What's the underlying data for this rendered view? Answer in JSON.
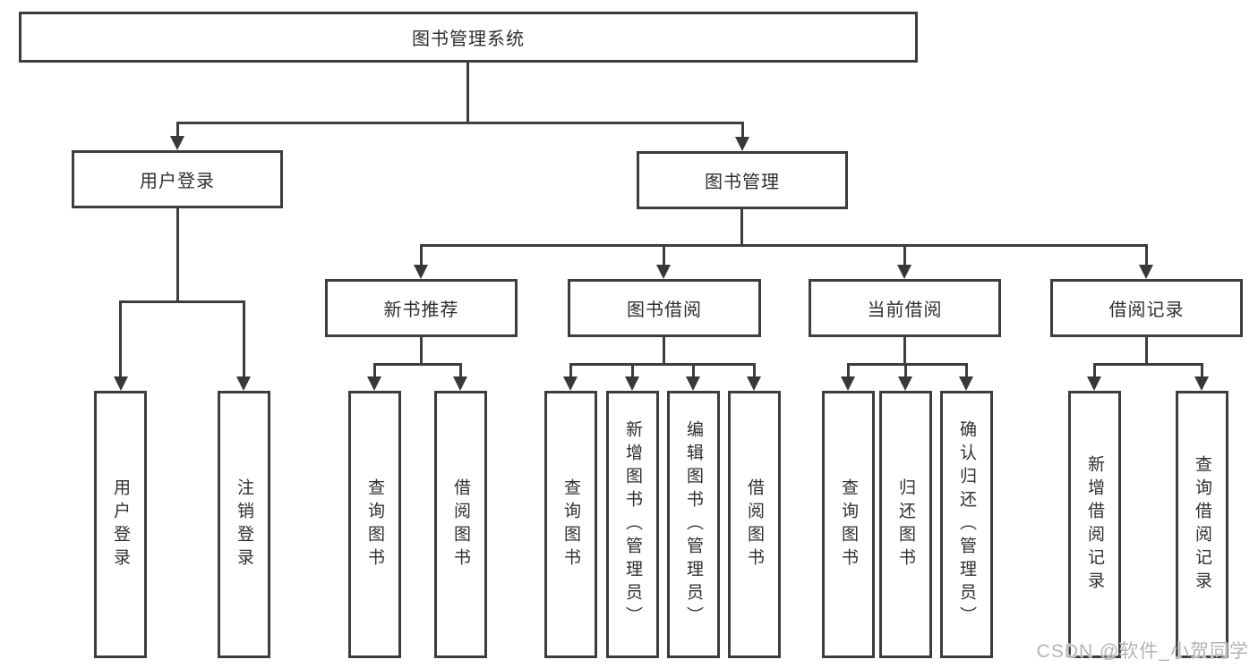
{
  "tree": {
    "label": "图书管理系统",
    "children": [
      {
        "label": "用户登录",
        "children": [
          {
            "label": "用户登录"
          },
          {
            "label": "注销登录"
          }
        ]
      },
      {
        "label": "图书管理",
        "children": [
          {
            "label": "新书推荐",
            "children": [
              {
                "label": "查询图书"
              },
              {
                "label": "借阅图书"
              }
            ]
          },
          {
            "label": "图书借阅",
            "children": [
              {
                "label": "查询图书"
              },
              {
                "label": "新增图书（管理员）"
              },
              {
                "label": "编辑图书（管理员）"
              },
              {
                "label": "借阅图书"
              }
            ]
          },
          {
            "label": "当前借阅",
            "children": [
              {
                "label": "查询图书"
              },
              {
                "label": "归还图书"
              },
              {
                "label": "确认归还（管理员）"
              }
            ]
          },
          {
            "label": "借阅记录",
            "children": [
              {
                "label": "新增借阅记录"
              },
              {
                "label": "查询借阅记录"
              }
            ]
          }
        ]
      }
    ]
  },
  "watermark": {
    "text": "CSDN @软件_小贺同学"
  },
  "colors": {
    "line": "#3d3d3d",
    "text": "#2f2f2f",
    "background": "#ffffff",
    "watermark": "#b3b3b3"
  }
}
